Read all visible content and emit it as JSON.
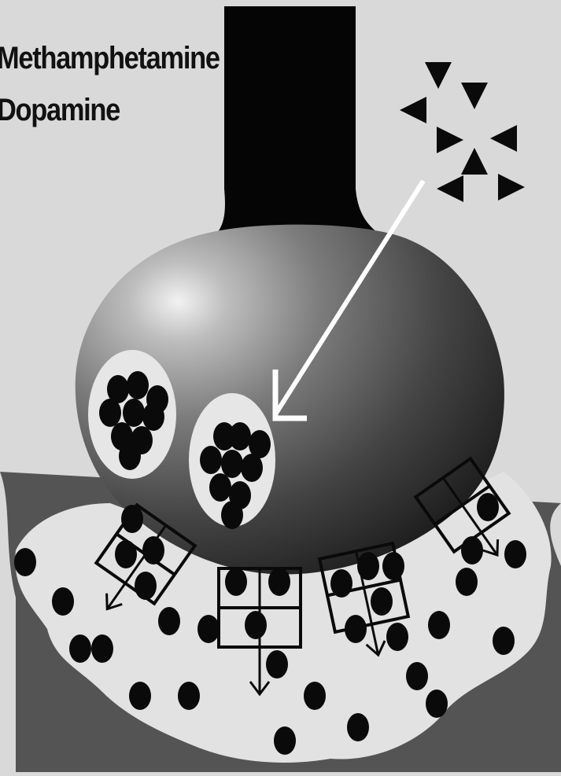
{
  "legend": {
    "methamphetamine_label": "Methamphetamine",
    "dopamine_label": "Dopamine"
  },
  "colors": {
    "background": "#d9d9d9",
    "synaptic_cleft": "#545454",
    "axon": "#050505",
    "terminal_dark": "#141414",
    "terminal_highlight": "#f2f2f2",
    "vesicle": "#e6e6e6",
    "dopamine_dot": "#0a0a0a",
    "arrow": "#ffffff"
  },
  "icons": {
    "methamphetamine_marker": "black-triangle",
    "dopamine_marker": "black-dot",
    "transporter_marker": "square-with-arrow"
  }
}
